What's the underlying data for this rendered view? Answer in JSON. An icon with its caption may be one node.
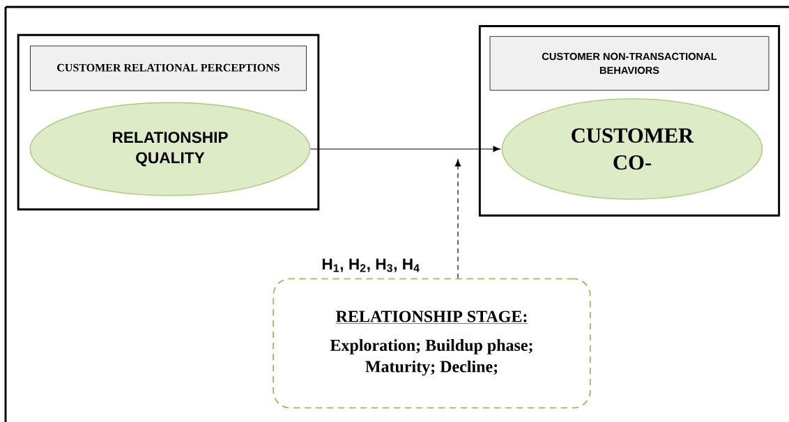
{
  "diagram": {
    "nodes": [
      {
        "text": [],
        "shape": "box"
      },
      {
        "text": [
          "CUSTOMER RELATIONAL PERCEPTIONS"
        ],
        "in": 0
      },
      {
        "text": [
          "RELATIONSHIP QUALITY"
        ],
        "in": 0
      },
      {
        "text": [],
        "shape": "box"
      },
      {
        "text": [
          "CUSTOMER NON-TRANSACTIONAL BEHAVIORS"
        ],
        "in": 3
      },
      {
        "text": [
          "CUSTOMER CO-"
        ],
        "in": 3
      },
      {
        "text": [
          "RELATIONSHIP STAGE:",
          "Exploration; Buildup phase; Maturity; Decline;"
        ]
      }
    ],
    "edges": [
      {
        "from": 2,
        "to": 5,
        "arrow": "to"
      },
      {
        "from": 6,
        "to": null,
        "arrow": "to",
        "style": "dashed",
        "label": "H$_{1}$, H$_{2}$, H$_{3}$, H$_{4}$"
      }
    ]
  }
}
